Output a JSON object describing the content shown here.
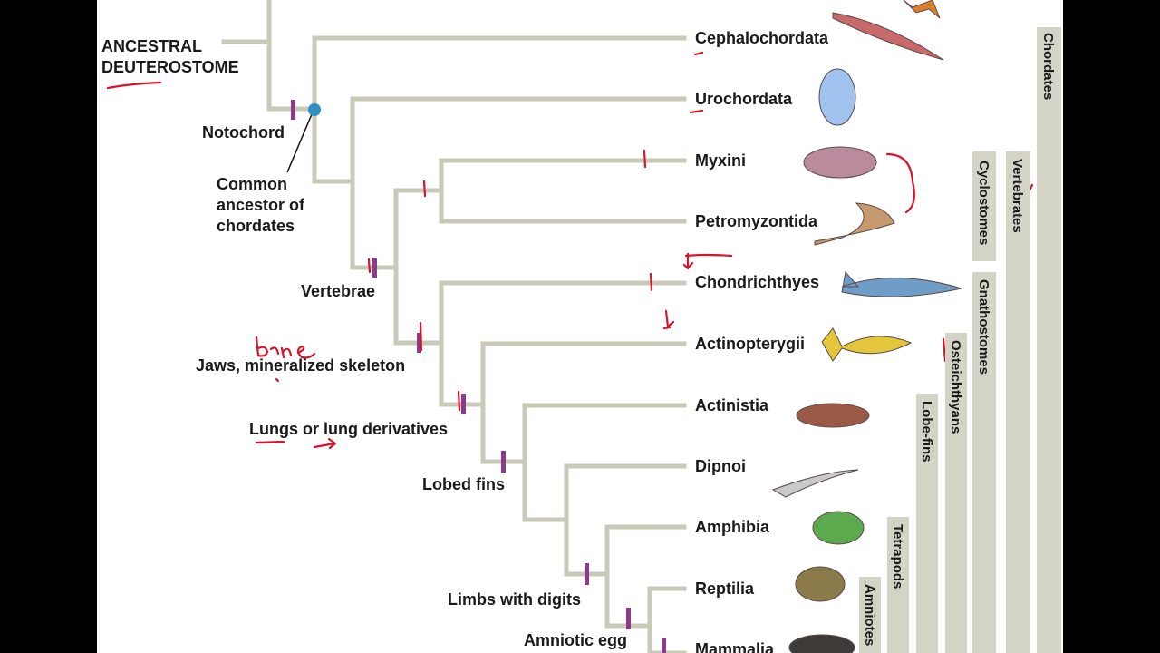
{
  "ancestor_label": [
    "ANCESTRAL",
    "DEUTEROSTOME"
  ],
  "common_ancestor_label": [
    "Common",
    "ancestor of",
    "chordates"
  ],
  "taxa": [
    "Cephalochordata",
    "Urochordata",
    "Myxini",
    "Petromyzontida",
    "Chondrichthyes",
    "Actinopterygii",
    "Actinistia",
    "Dipnoi",
    "Amphibia",
    "Reptilia",
    "Mammalia"
  ],
  "derived_characters": [
    "Notochord",
    "Vertebrae",
    "Jaws, mineralized skeleton",
    "Lungs or lung derivatives",
    "Lobed fins",
    "Limbs with digits",
    "Amniotic egg"
  ],
  "clade_bars": [
    "Chordates",
    "Vertebrates",
    "Cyclostomes",
    "Gnathostomes",
    "Osteichthyans",
    "Lobe-fins",
    "Tetrapods",
    "Amniotes"
  ],
  "handwritten_note": "bone",
  "colors": {
    "branch": "#c9c9b8",
    "character_mark": "#8e3a8a",
    "ancestor_node": "#2f8fc0",
    "annotation_ink": "#d9132b",
    "clade_bar": "#d4d4c6",
    "page_bg": "#ffffff",
    "letterbox": "#000000"
  }
}
